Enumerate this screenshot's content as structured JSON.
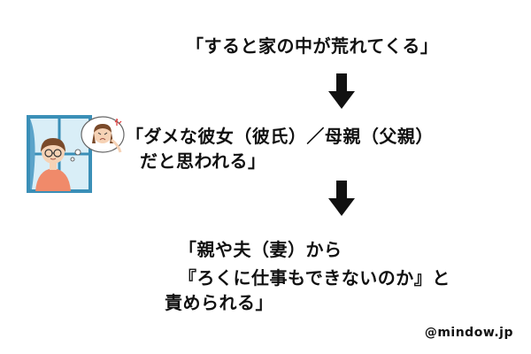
{
  "flow": {
    "step1": "「すると家の中が荒れてくる」",
    "step2": {
      "line1": "「ダメな彼女（彼氏）／母親（父親）",
      "line2": "だと思われる」"
    },
    "step3": {
      "line1": "「親や夫（妻）から",
      "line2": "『ろくに仕事もできないのか』と",
      "line3": "責められる」"
    }
  },
  "watermark": "@mindow.jp",
  "colors": {
    "text": "#111111",
    "arrow": "#111111",
    "window_frame": "#3a8fb7",
    "window_sky": "#d9eef7",
    "shirt": "#f08a6a",
    "hair": "#7a4a2a"
  },
  "illustration": {
    "subject": "woman-at-window-with-angry-thought-bubble-icon"
  }
}
